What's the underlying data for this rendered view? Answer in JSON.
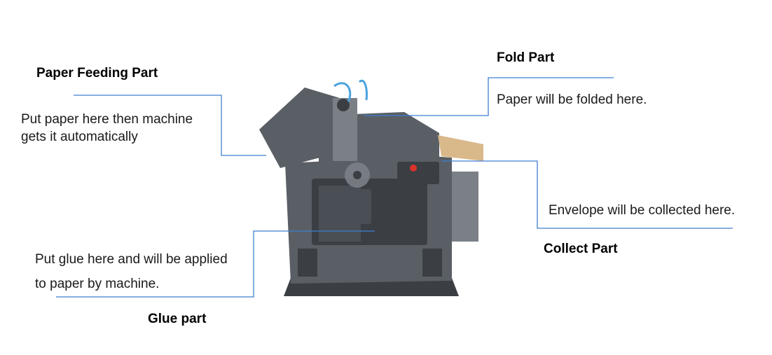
{
  "parts": {
    "paper_feeding": {
      "title": "Paper Feeding Part",
      "desc_line1": "Put paper here then machine",
      "desc_line2": "gets it automatically"
    },
    "fold": {
      "title": "Fold Part",
      "desc": "Paper will be folded here."
    },
    "collect": {
      "title": "Collect Part",
      "desc": "Envelope will be collected here."
    },
    "glue": {
      "title": "Glue part",
      "desc_line1": "Put glue here and will be applied",
      "desc_line2": "to paper by machine."
    }
  },
  "colors": {
    "leader_line": "#3f7fd0",
    "machine_body": "#5a5f66",
    "machine_dark": "#3b3f44",
    "machine_light": "#7b8087",
    "paper_tray": "#d9b98a",
    "button_red": "#d8322a"
  }
}
